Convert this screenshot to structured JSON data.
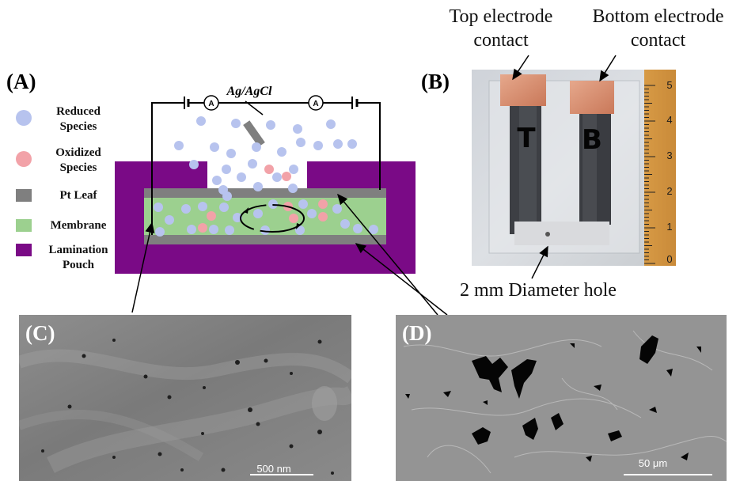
{
  "panels": {
    "a": {
      "label": "(A)",
      "reference_electrode": "Ag/AgCl",
      "meter_symbol": "A",
      "legend": [
        {
          "text": "Reduced Species",
          "lines": [
            "Reduced",
            "Species"
          ],
          "color": "#b7c3ee"
        },
        {
          "text": "Oxidized Species",
          "lines": [
            "Oxidized",
            "Species"
          ],
          "color": "#f2a2a8"
        },
        {
          "text": "Pt Leaf",
          "lines": [
            "Pt Leaf"
          ],
          "color": "#7f7f7f"
        },
        {
          "text": "Membrane",
          "lines": [
            "Membrane"
          ],
          "color": "#9cd08f"
        },
        {
          "text": "Lamination Pouch",
          "lines": [
            "Lamination",
            "Pouch"
          ],
          "color": "#7a0a86"
        }
      ]
    },
    "b": {
      "label": "(B)",
      "top_contact": [
        "Top electrode",
        "contact"
      ],
      "bottom_contact": [
        "Bottom electrode",
        "contact"
      ],
      "strip_letters": [
        "T",
        "B"
      ],
      "ruler_numbers": [
        "5",
        "4",
        "3",
        "2",
        "1",
        "0"
      ],
      "hole_caption": "2 mm Diameter hole"
    },
    "c": {
      "label": "(C)",
      "scale_bar": "500 nm"
    },
    "d": {
      "label": "(D)",
      "scale_bar": "50 μm"
    }
  },
  "colors": {
    "pouch": "#7a0a86",
    "membrane": "#9cd08f",
    "pt_leaf": "#7f7f7f",
    "reduced": "#b7c3ee",
    "oxidized": "#f2a2a8",
    "copper": "#d98e6f"
  }
}
